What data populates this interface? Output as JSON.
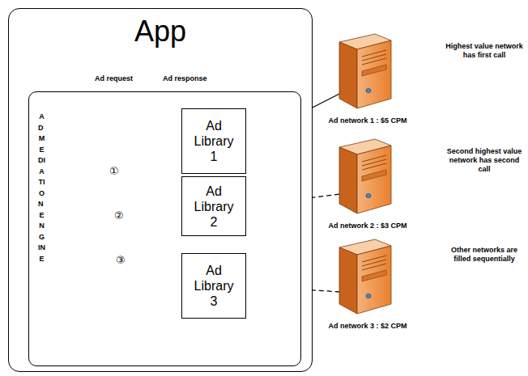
{
  "diagram": {
    "nodes": [
      {
        "text": [
          "App"
        ]
      },
      {
        "text": [
          "AD MEDIATION ENGINE"
        ],
        "in": 0
      },
      {
        "text": [
          "Ad Library 1"
        ],
        "in": 1
      },
      {
        "text": [
          "Ad Library 2"
        ],
        "in": 1
      },
      {
        "text": [
          "Ad Library 3"
        ],
        "in": 1
      },
      {
        "text": [
          "Ad network 1 : $5 CPM"
        ]
      },
      {
        "text": [
          "Ad network 2 : $3 CPM"
        ]
      },
      {
        "text": [
          "Ad network 3 : $2 CPM"
        ]
      }
    ],
    "edges": [
      {
        "from": 0,
        "to": 1,
        "label": "Ad request",
        "arrow": "to"
      },
      {
        "from": 1,
        "to": 0,
        "label": "Ad response",
        "arrow": "to"
      },
      {
        "from": 1,
        "to": 2,
        "label": "①",
        "arrow": "to"
      },
      {
        "from": 1,
        "to": 3,
        "label": "②",
        "arrow": "to"
      },
      {
        "from": 1,
        "to": 4,
        "label": "③",
        "arrow": "to"
      },
      {
        "from": 2,
        "to": 5,
        "arrow": "to"
      },
      {
        "from": 3,
        "to": 6,
        "arrow": "to"
      },
      {
        "from": 4,
        "to": 7,
        "arrow": "to"
      }
    ],
    "labels": [
      "Highest value network has first call",
      "Second highest value network has second call",
      "Other networks are filled sequentially"
    ]
  }
}
